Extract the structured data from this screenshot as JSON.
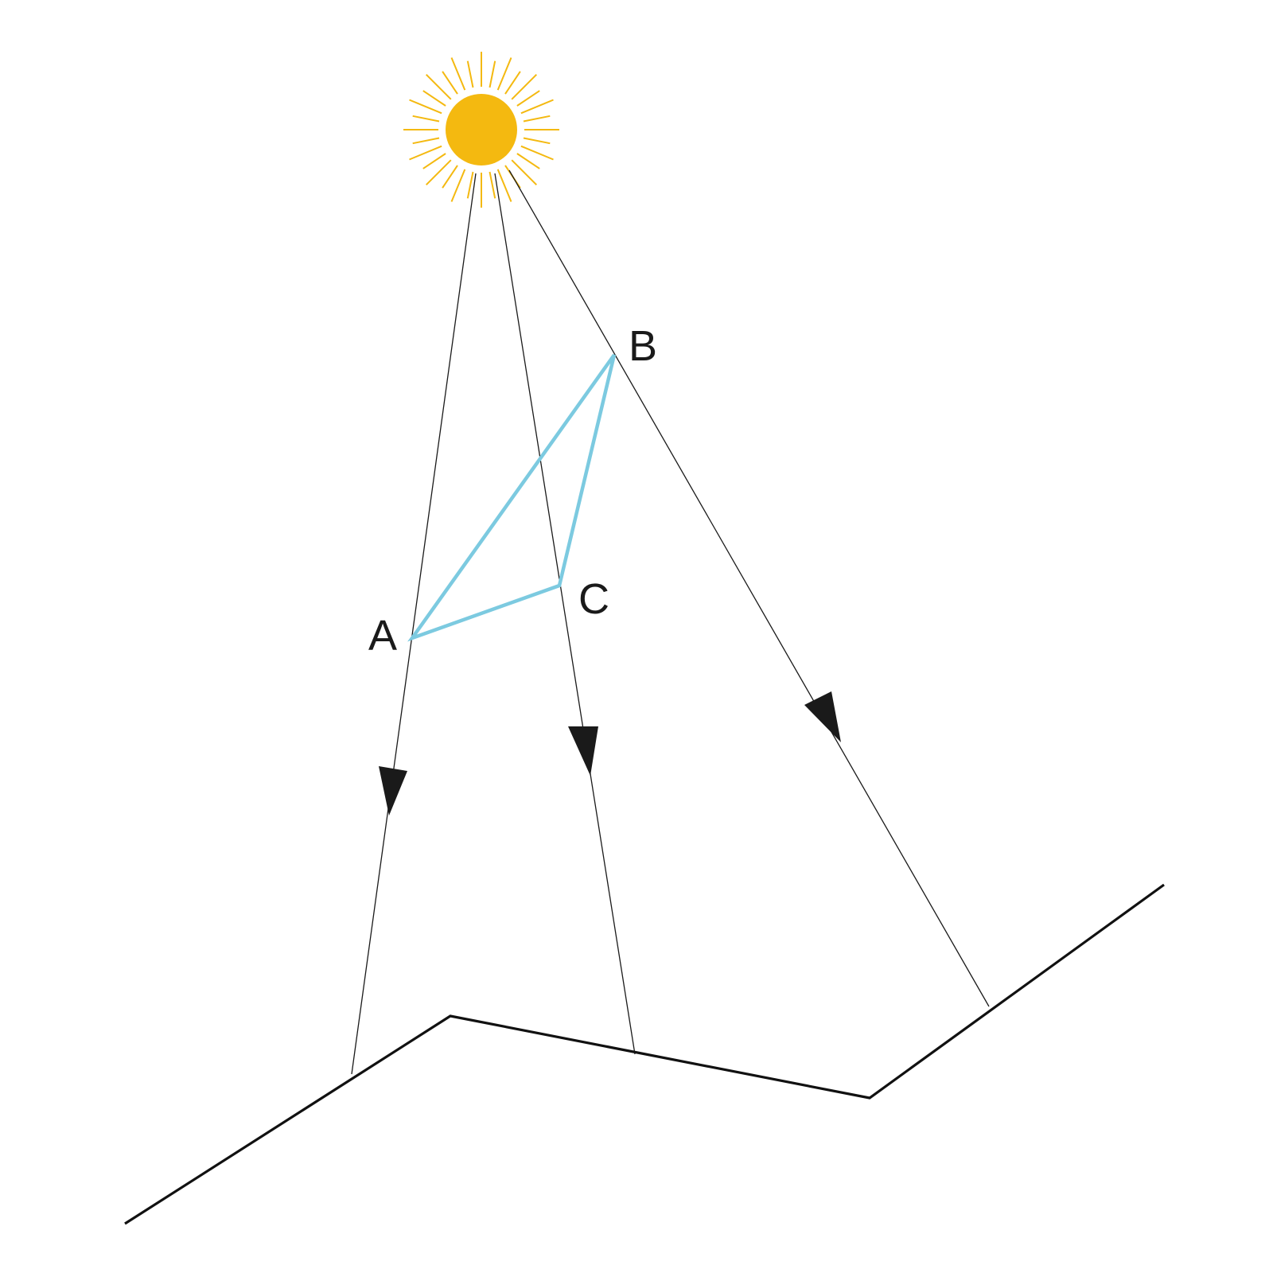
{
  "colors": {
    "background": "#ffffff",
    "sun": "#F4B910",
    "sun_rays": "#F4B910",
    "ray_lines": "#1a1a1a",
    "triangle": "#7ccae0",
    "ground": "#111111",
    "arrowheads": "#1a1a1a"
  },
  "icons": {
    "sun": "sun-icon",
    "arrow": "arrowhead-down-icon"
  },
  "labels": {
    "point_a": "A",
    "point_b": "B",
    "point_c": "C"
  }
}
